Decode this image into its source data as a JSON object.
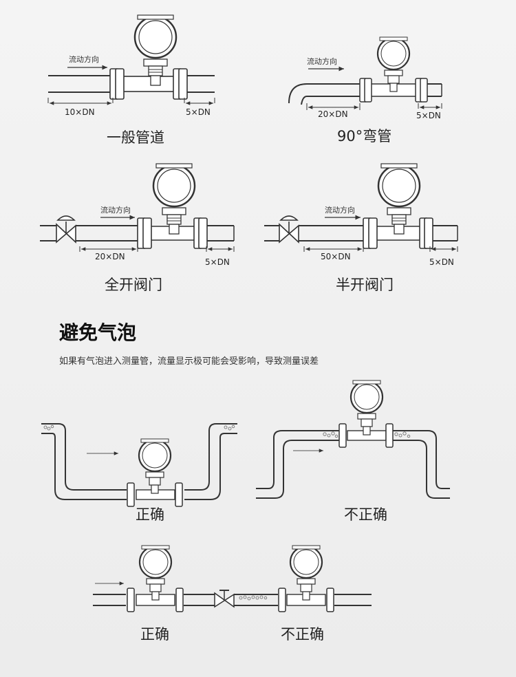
{
  "flow_label": "流动方向",
  "install_cases": [
    {
      "caption": "一般管道",
      "upstream": "10×DN",
      "downstream": "5×DN"
    },
    {
      "caption": "90°弯管",
      "upstream": "20×DN",
      "downstream": "5×DN"
    },
    {
      "caption": "全开阀门",
      "upstream": "20×DN",
      "downstream": "5×DN"
    },
    {
      "caption": "半开阀门",
      "upstream": "50×DN",
      "downstream": "5×DN"
    }
  ],
  "bubble_section": {
    "title": "避免气泡",
    "description": "如果有气泡进入测量管，流量显示极可能会受影响，导致测量误差"
  },
  "bubble_cases": [
    {
      "label": "正确"
    },
    {
      "label": "不正确"
    },
    {
      "label": "正确"
    },
    {
      "label": "不正确"
    }
  ]
}
